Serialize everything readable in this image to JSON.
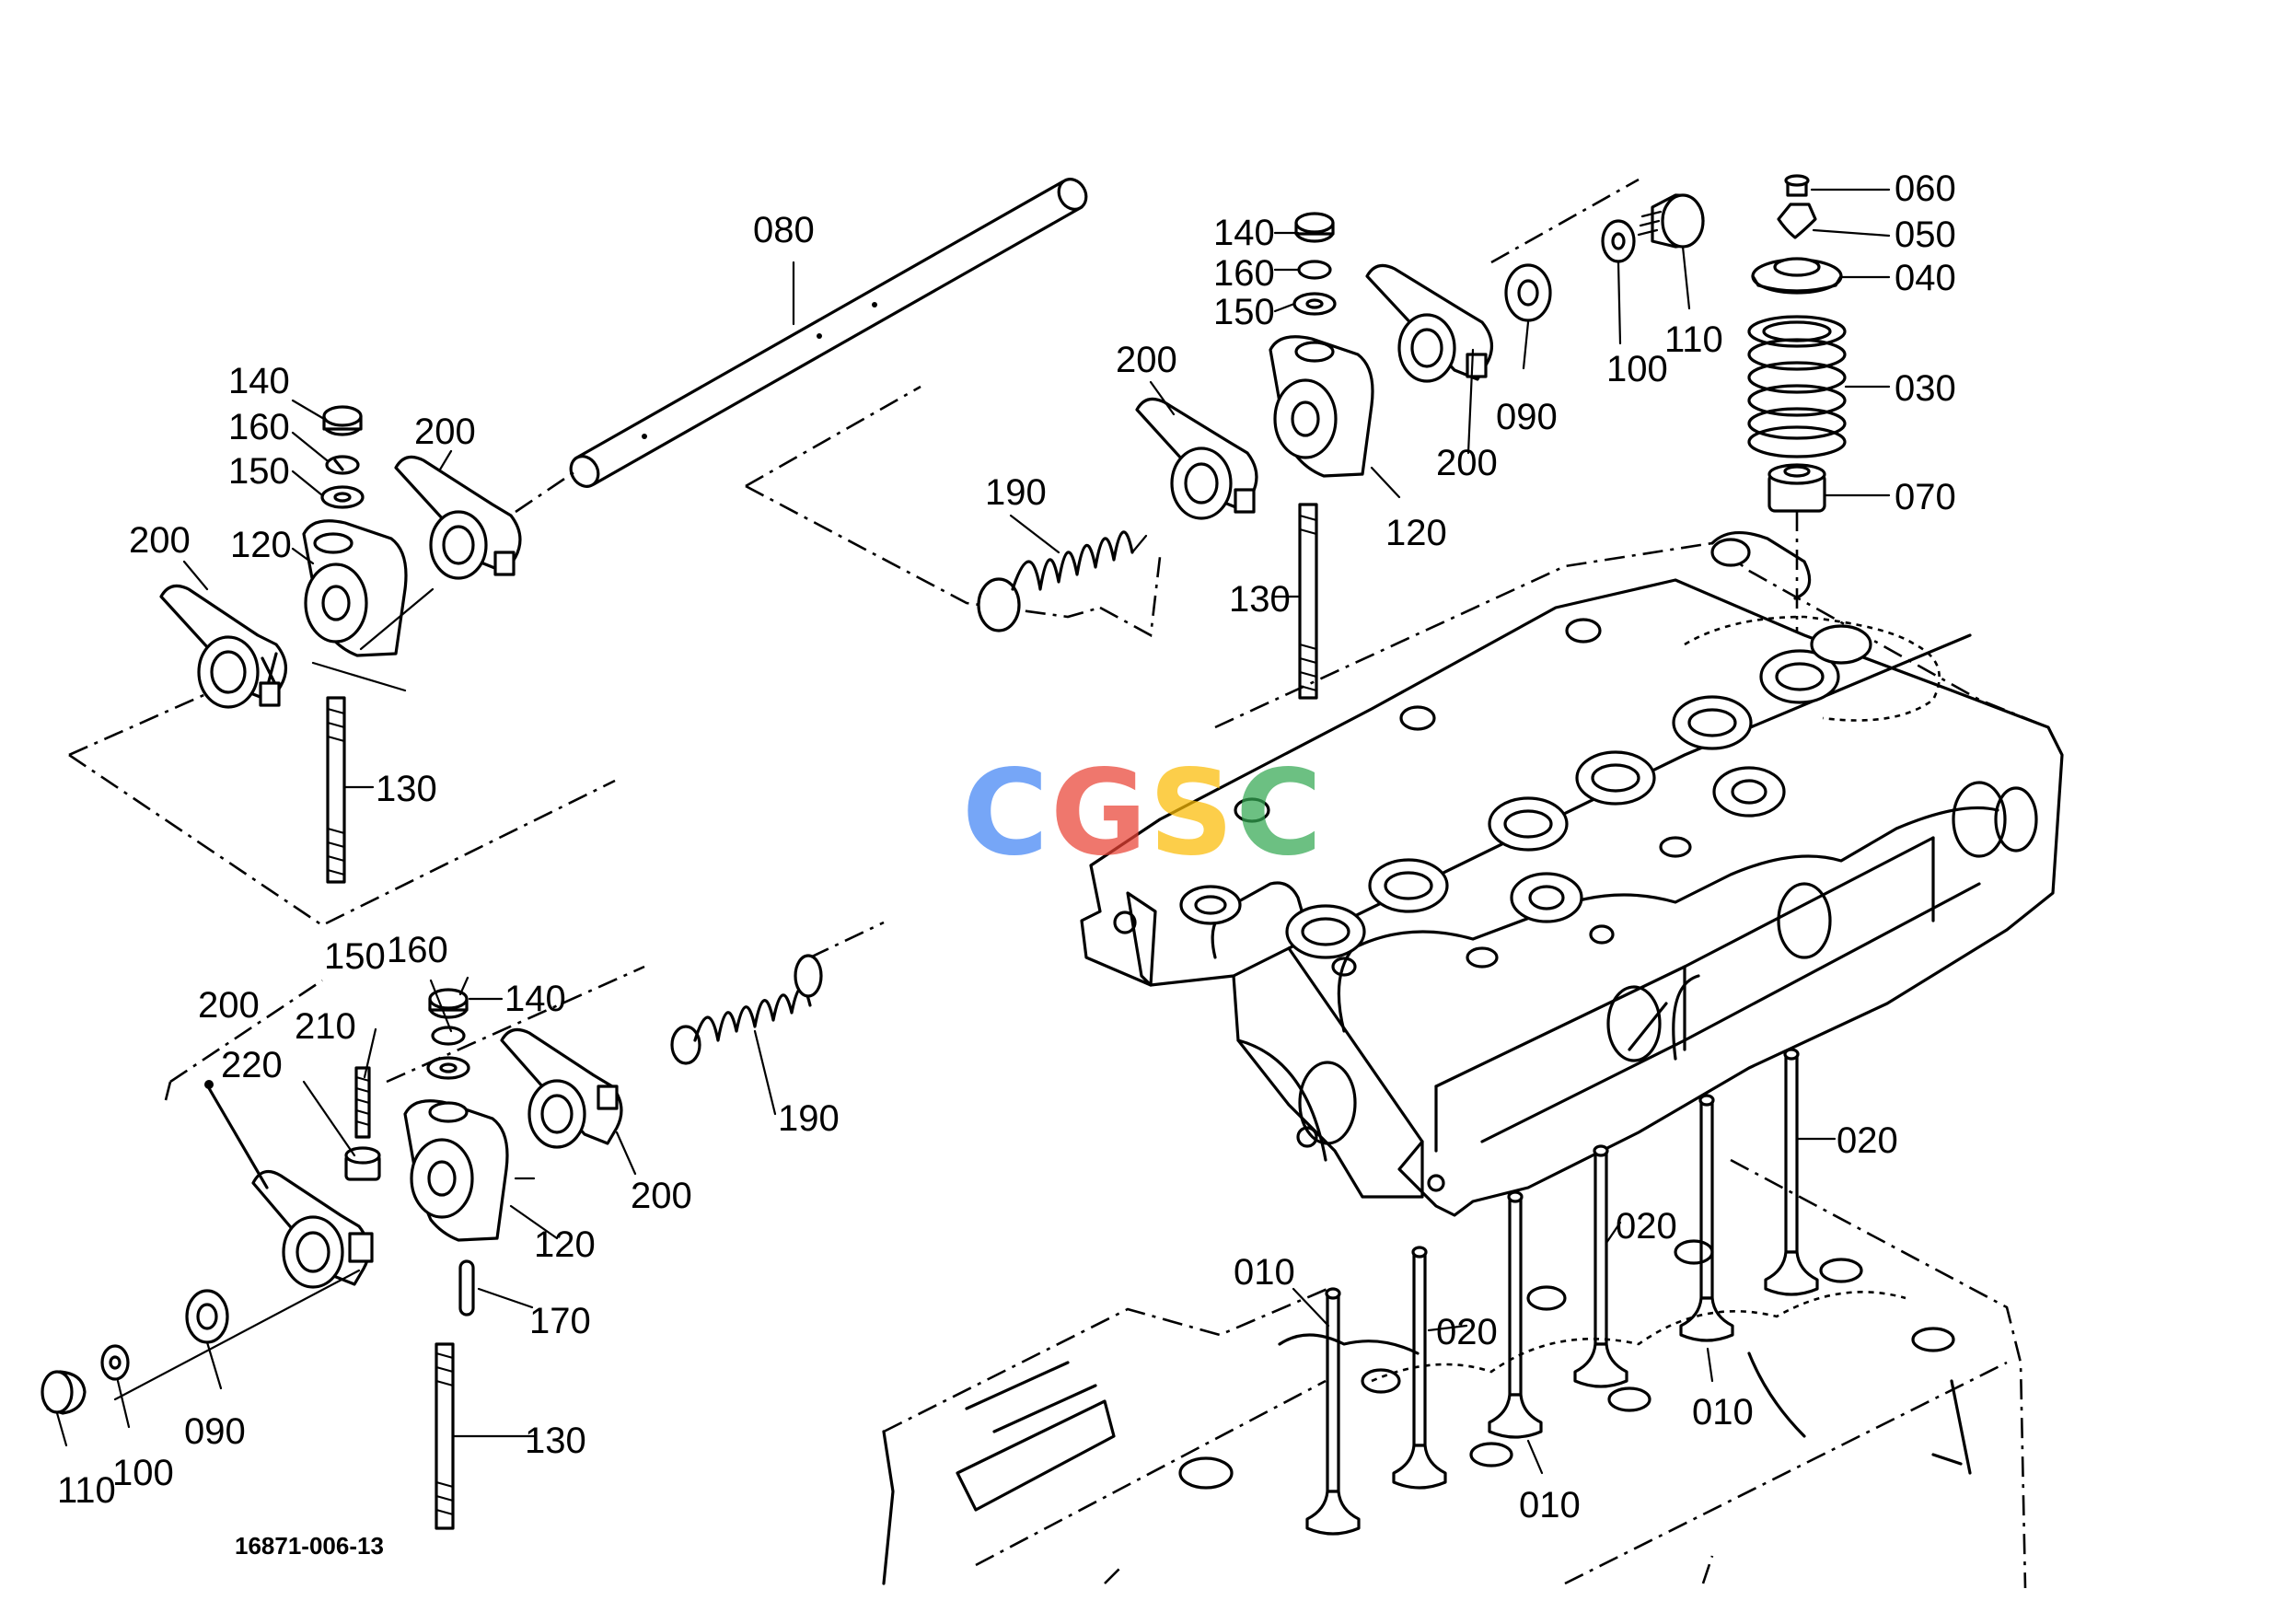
{
  "diagram": {
    "drawing_code": "16871-006-13",
    "watermark": {
      "letters": [
        "C",
        "G",
        "S",
        "C"
      ],
      "colors": [
        "#4285F4",
        "#EA4335",
        "#FBBC05",
        "#34A853"
      ]
    },
    "labels": {
      "l080": "080",
      "l140a": "140",
      "l160a": "160",
      "l150a": "150",
      "l200a": "200",
      "l200b": "200",
      "l120a": "120",
      "l130a": "130",
      "l140b": "140",
      "l160b": "160",
      "l150b": "150",
      "l200c": "200",
      "l190a": "190",
      "l200d": "200",
      "l120b": "120",
      "l130b": "130",
      "l090a": "090",
      "l100a": "100",
      "l110a": "110",
      "l060": "060",
      "l050": "050",
      "l040": "040",
      "l030": "030",
      "l070": "070",
      "l150c": "150",
      "l160c": "160",
      "l140c": "140",
      "l200e": "200",
      "l210": "210",
      "l220": "220",
      "l190b": "190",
      "l200f": "200",
      "l120c": "120",
      "l170": "170",
      "l130c": "130",
      "l090b": "090",
      "l100b": "100",
      "l110b": "110",
      "l020a": "020",
      "l020b": "020",
      "l020c": "020",
      "l010a": "010",
      "l010b": "010",
      "l010c": "010"
    }
  }
}
